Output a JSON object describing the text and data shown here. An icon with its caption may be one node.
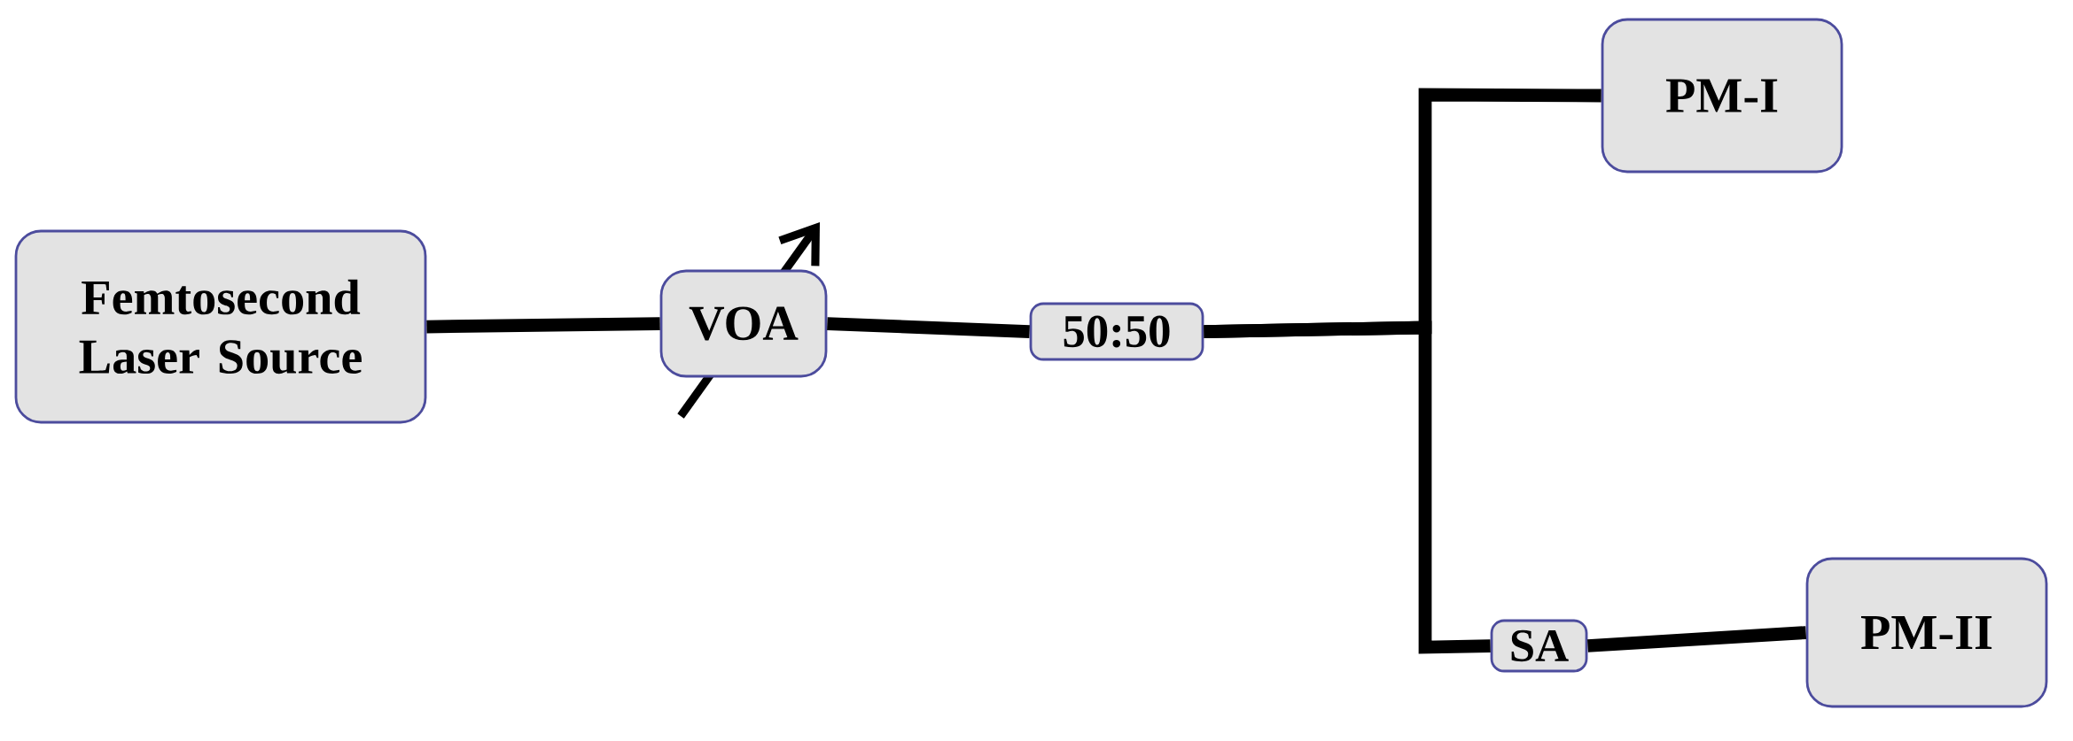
{
  "diagram": {
    "nodes": [
      {
        "text": [
          "Femtosecond Laser Source"
        ]
      },
      {
        "text": [
          "VOA"
        ]
      },
      {
        "text": [
          "50:50"
        ]
      },
      {
        "text": [
          "PM-I"
        ]
      },
      {
        "text": [
          "SA"
        ]
      },
      {
        "text": [
          "PM-II"
        ]
      }
    ],
    "edges": [
      {
        "from": 0,
        "to": 1,
        "arrow": "none"
      },
      {
        "from": 1,
        "to": 2,
        "arrow": "none"
      },
      {
        "from": 2,
        "to": 3,
        "arrow": "none"
      },
      {
        "from": 2,
        "to": 4,
        "arrow": "none"
      },
      {
        "from": 4,
        "to": 5,
        "arrow": "none"
      }
    ]
  }
}
